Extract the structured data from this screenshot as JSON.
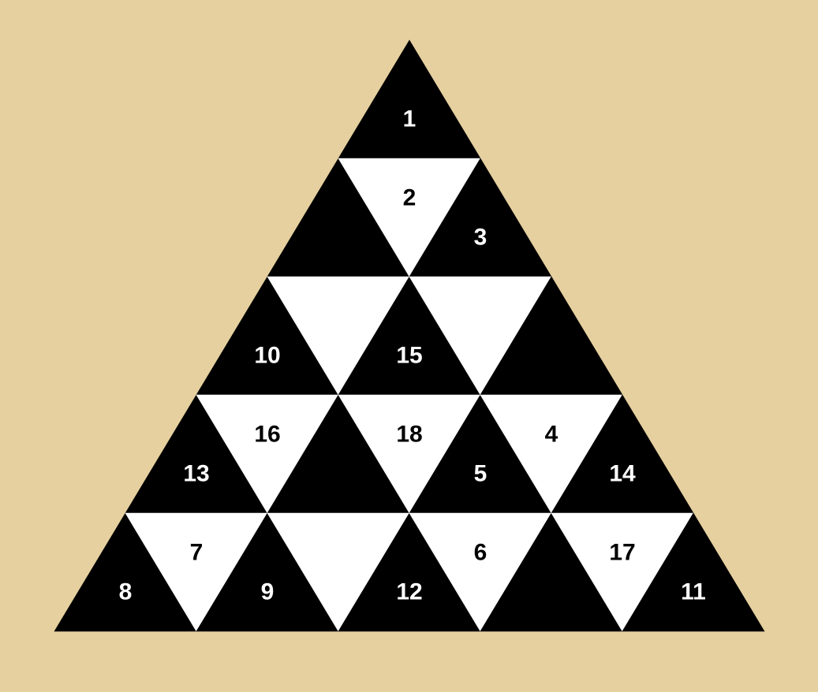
{
  "colors": {
    "background": "#e6d09f",
    "dark": "#000000",
    "light": "#ffffff"
  },
  "puzzle": {
    "rows": 5,
    "cells": [
      {
        "row": 0,
        "index": 0,
        "color": "dark",
        "label": "1"
      },
      {
        "row": 1,
        "index": 0,
        "color": "dark",
        "label": ""
      },
      {
        "row": 1,
        "index": 1,
        "color": "light",
        "label": "2"
      },
      {
        "row": 1,
        "index": 2,
        "color": "dark",
        "label": "3"
      },
      {
        "row": 2,
        "index": 0,
        "color": "dark",
        "label": "10"
      },
      {
        "row": 2,
        "index": 1,
        "color": "light",
        "label": ""
      },
      {
        "row": 2,
        "index": 2,
        "color": "dark",
        "label": "15"
      },
      {
        "row": 2,
        "index": 3,
        "color": "light",
        "label": ""
      },
      {
        "row": 2,
        "index": 4,
        "color": "dark",
        "label": ""
      },
      {
        "row": 3,
        "index": 0,
        "color": "dark",
        "label": "13"
      },
      {
        "row": 3,
        "index": 1,
        "color": "light",
        "label": "16"
      },
      {
        "row": 3,
        "index": 2,
        "color": "dark",
        "label": ""
      },
      {
        "row": 3,
        "index": 3,
        "color": "light",
        "label": "18"
      },
      {
        "row": 3,
        "index": 4,
        "color": "dark",
        "label": "5"
      },
      {
        "row": 3,
        "index": 5,
        "color": "light",
        "label": "4"
      },
      {
        "row": 3,
        "index": 6,
        "color": "dark",
        "label": "14"
      },
      {
        "row": 4,
        "index": 0,
        "color": "dark",
        "label": "8"
      },
      {
        "row": 4,
        "index": 1,
        "color": "light",
        "label": "7"
      },
      {
        "row": 4,
        "index": 2,
        "color": "dark",
        "label": "9"
      },
      {
        "row": 4,
        "index": 3,
        "color": "light",
        "label": ""
      },
      {
        "row": 4,
        "index": 4,
        "color": "dark",
        "label": "12"
      },
      {
        "row": 4,
        "index": 5,
        "color": "light",
        "label": "6"
      },
      {
        "row": 4,
        "index": 6,
        "color": "dark",
        "label": ""
      },
      {
        "row": 4,
        "index": 7,
        "color": "light",
        "label": "17"
      },
      {
        "row": 4,
        "index": 8,
        "color": "dark",
        "label": "11"
      }
    ]
  }
}
